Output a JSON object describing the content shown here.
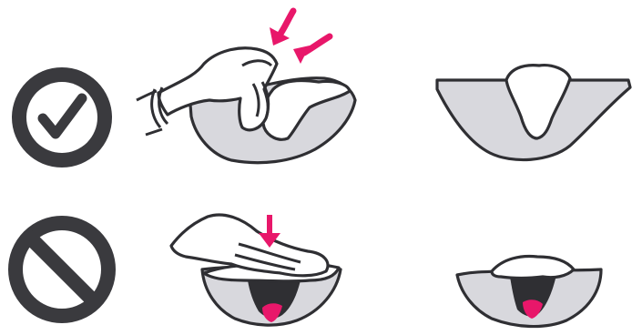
{
  "icons": {
    "correct": "check-circle-icon",
    "incorrect": "prohibited-icon"
  },
  "colors": {
    "outline": "#2f2f33",
    "icon_fill": "#3a3a3e",
    "bowl_fill": "#d8d8dd",
    "arrow_accent": "#e8176a",
    "hole_dark": "#2f2f33",
    "wound_pink": "#e8176a",
    "background": "#ffffff"
  },
  "rows": [
    {
      "verdict": "correct",
      "panels": [
        "hand-pushing-gauze-into-wound",
        "gauze-packed-deep-in-wound"
      ]
    },
    {
      "verdict": "incorrect",
      "panels": [
        "hand-pressing-gauze-on-surface",
        "gauze-only-on-surface-wound-open"
      ]
    }
  ]
}
